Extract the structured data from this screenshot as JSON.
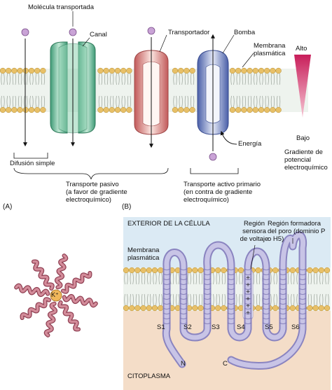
{
  "panel_a": {
    "label": "(A)",
    "molecule_label": "Molécula transportada",
    "channel_label": "Canal",
    "carrier_label": "Transportador",
    "pump_label": "Bomba",
    "membrane_label": "Membrana\nplasmática",
    "high_label": "Alto",
    "low_label": "Bajo",
    "gradient_label": "Gradiente de\npotencial\nelectroquímico",
    "energy_label": "Energía",
    "simple_diffusion_label": "Difusión simple",
    "passive_label": "Transporte pasivo\n(a favor de gradiente\nelectroquímico)",
    "active_label": "Transporte activo primario\n(en contra de gradiente\nelectroquímico)"
  },
  "panel_b": {
    "label": "(B)",
    "exterior_label": "EXTERIOR DE LA CÉLULA",
    "membrane_label": "Membrana\nplasmática",
    "voltage_sensor_label": "Región\nsensora\nde voltaje",
    "pore_label": "Región formadora\ndel poro (dominio P\no H5)",
    "cytoplasm_label": "CITOPLASMA",
    "segments": [
      "S1",
      "S2",
      "S3",
      "S4",
      "S5",
      "S6"
    ],
    "n_terminus": "N",
    "c_terminus": "C",
    "charges": [
      "+",
      "+",
      "+",
      "+",
      "+",
      "+"
    ]
  },
  "channel_top_view": {
    "ion_label": "K⁺"
  },
  "colors": {
    "lipid_head": "#e8c068",
    "channel_green": "#5fb08c",
    "carrier_red": "#d06a6a",
    "pump_blue": "#5c72b8",
    "protein_lavender": "#a9a4d2",
    "helix_pink": "#c97a86",
    "molecule": "#c9a3d6",
    "gradient": "#c81e5a",
    "exterior_bg": "#dbeaf4",
    "cytoplasm_bg": "#f4ddc8"
  }
}
